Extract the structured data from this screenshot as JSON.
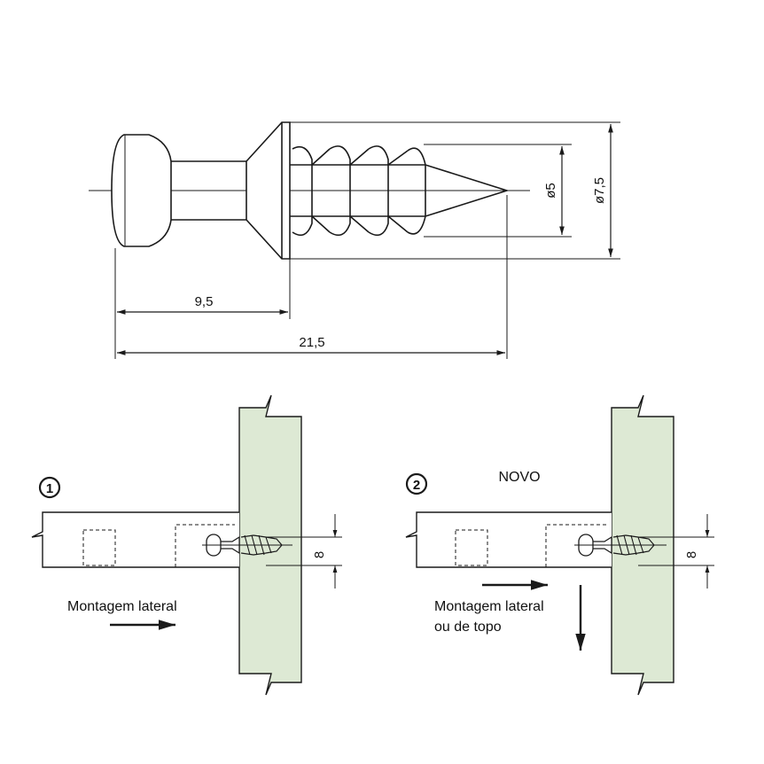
{
  "colors": {
    "stroke": "#1a1a1a",
    "panel_fill": "#dde9d4",
    "background": "#ffffff"
  },
  "screw_drawing": {
    "dim_length_head": "9,5",
    "dim_length_total": "21,5",
    "dim_core_diameter": "ø5",
    "dim_outer_diameter": "ø7,5"
  },
  "mount_1": {
    "badge": "1",
    "dim_offset": "8",
    "caption": "Montagem lateral"
  },
  "mount_2": {
    "badge": "2",
    "tag": "NOVO",
    "dim_offset": "8",
    "caption_line1": "Montagem lateral",
    "caption_line2": "ou de topo"
  }
}
